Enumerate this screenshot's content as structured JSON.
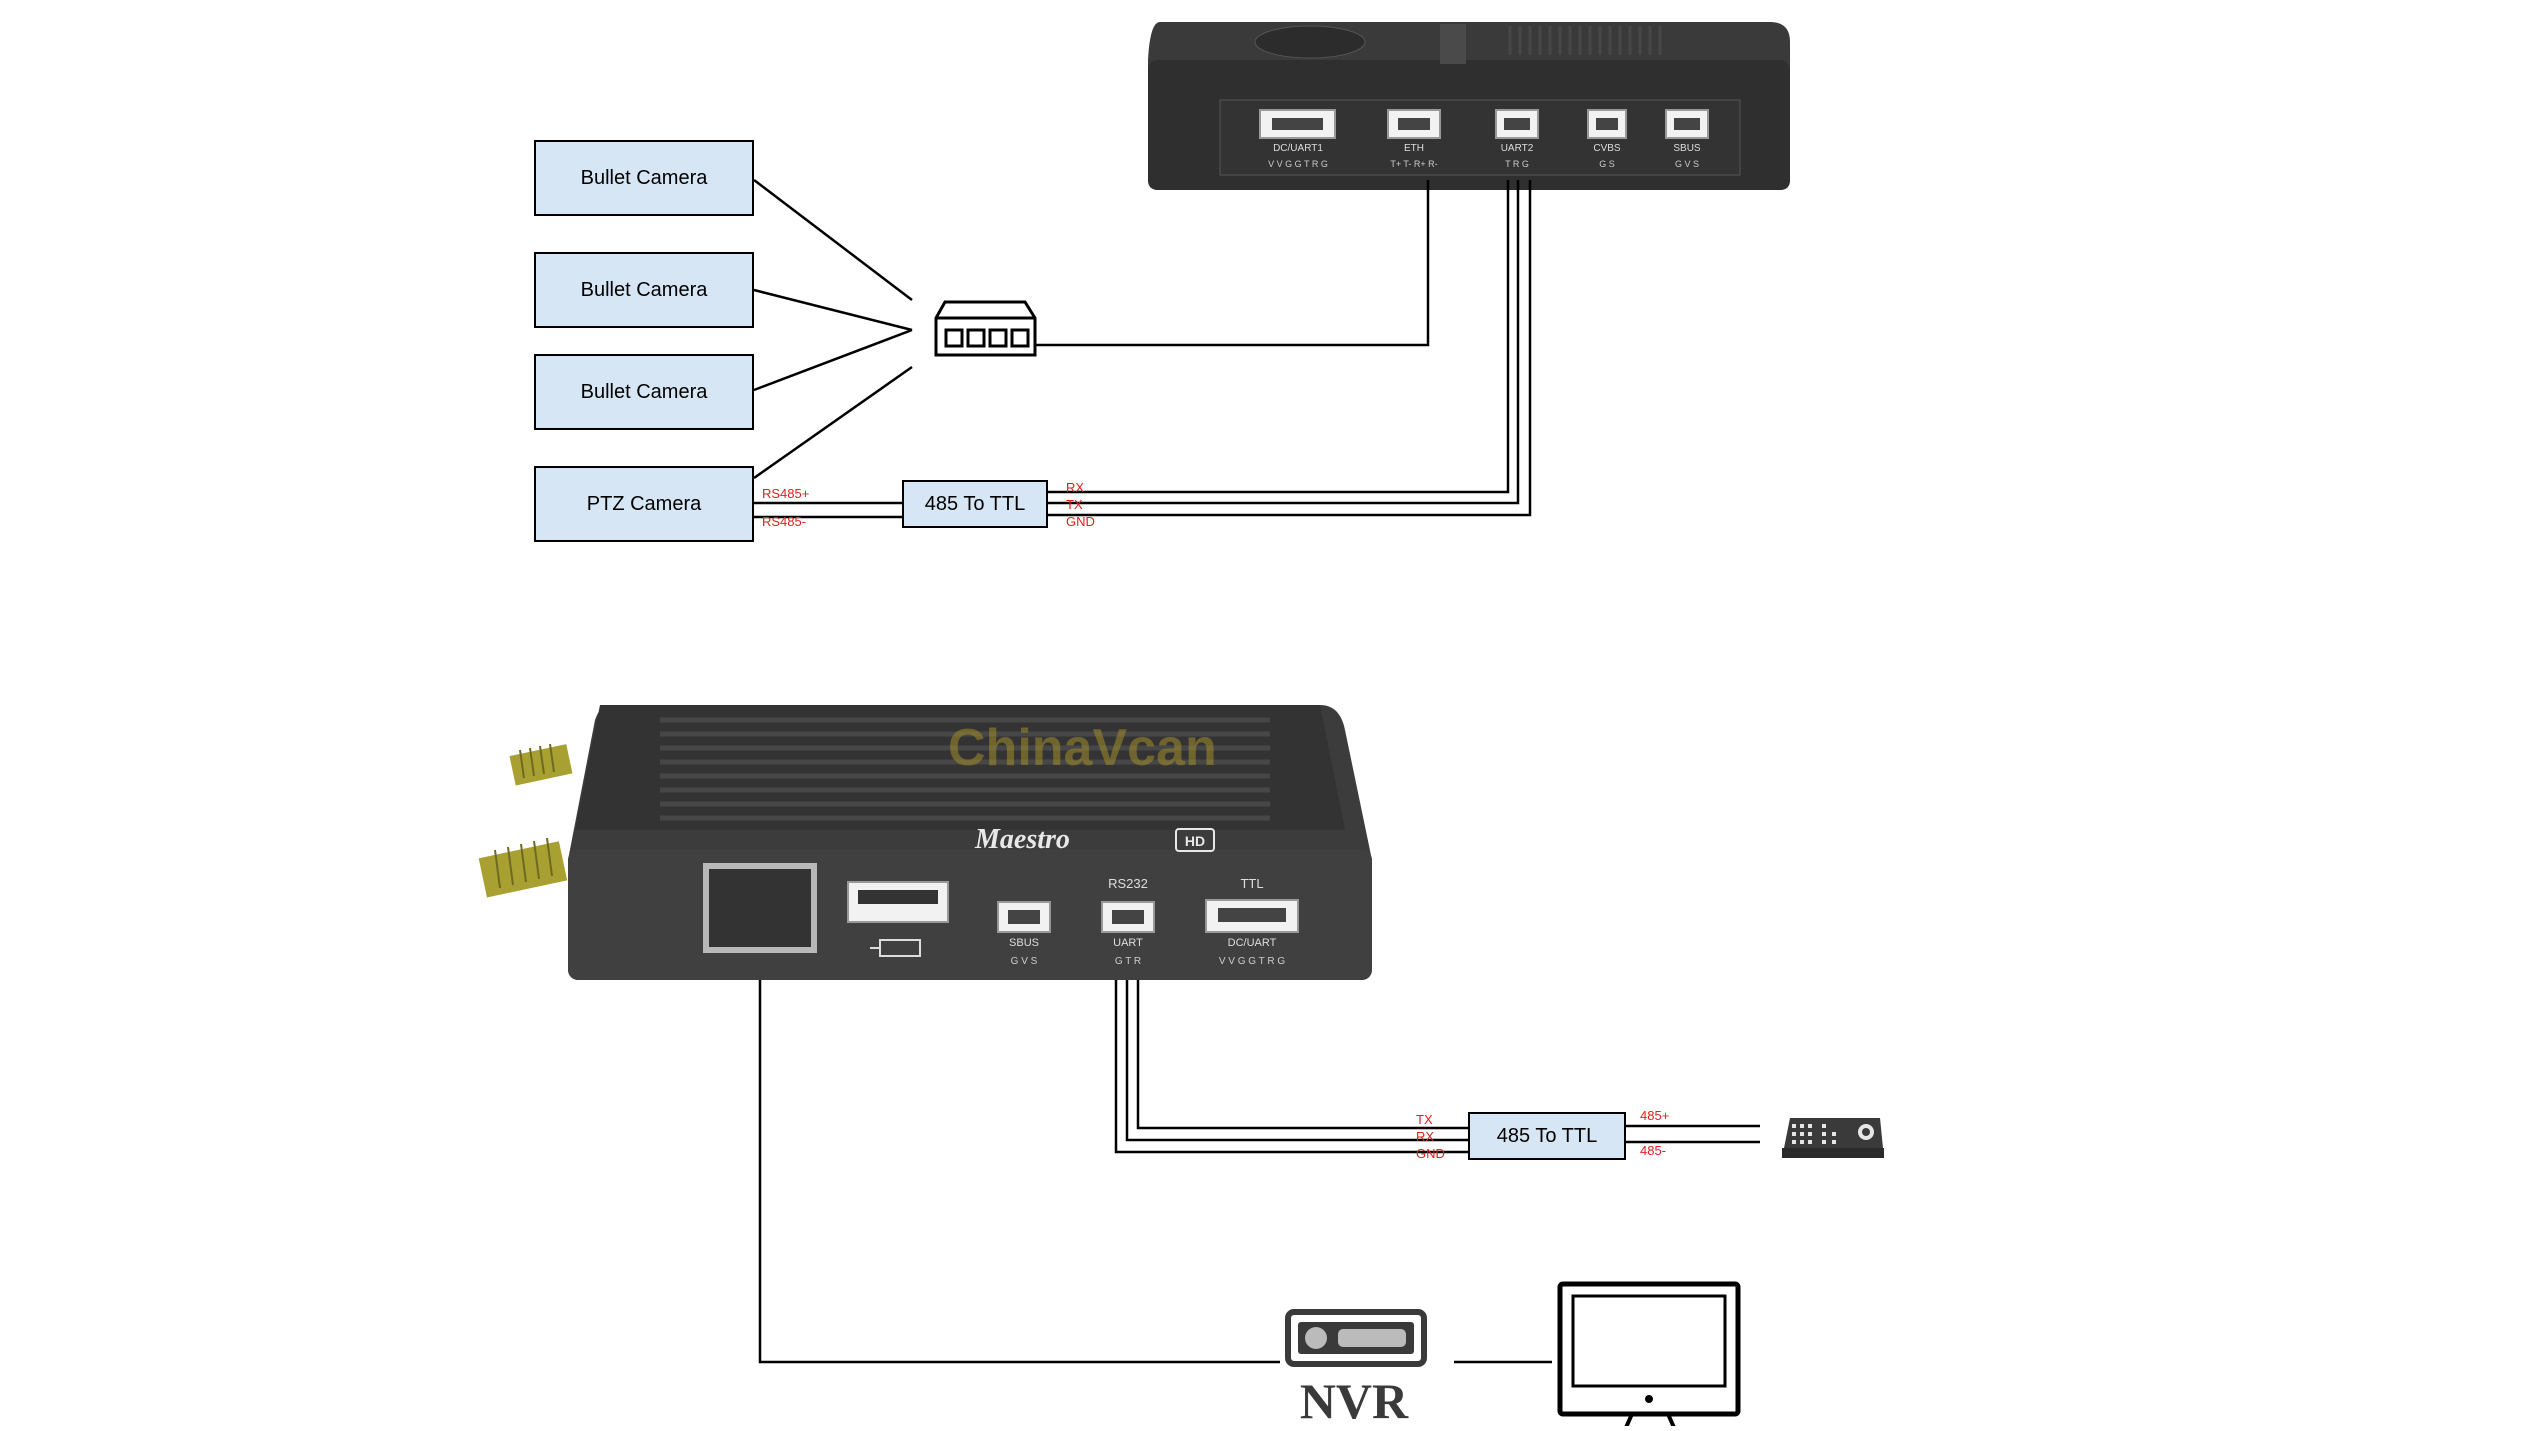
{
  "cameras": [
    {
      "label": "Bullet Camera"
    },
    {
      "label": "Bullet Camera"
    },
    {
      "label": "Bullet Camera"
    },
    {
      "label": "PTZ Camera"
    }
  ],
  "converter_top": {
    "label": "485 To TTL",
    "left_pins": [
      "RS485+",
      "RS485-"
    ],
    "right_pins": [
      "RX",
      "TX",
      "GND"
    ]
  },
  "converter_bottom": {
    "label": "485 To TTL",
    "left_pins": [
      "TX",
      "RX",
      "GND"
    ],
    "right_pins": [
      "485+",
      "485-"
    ]
  },
  "device_top": {
    "ports": [
      "DC/UART1",
      "ETH",
      "UART2",
      "CVBS",
      "SBUS"
    ],
    "pin_rows": [
      "V V G G T R G",
      "T+ T- R+ R-",
      "T R G",
      "G S",
      "G V S"
    ]
  },
  "device_bottom": {
    "brand": "ChinaVcan",
    "model": "Maestro",
    "model_badge": "HD",
    "port_headers": [
      "RS232",
      "TTL"
    ],
    "ports": [
      "SBUS",
      "UART",
      "DC/UART"
    ],
    "pin_rows": [
      "G V S",
      "G T R",
      "V V G G T R G"
    ]
  },
  "nvr": {
    "label": "NVR"
  },
  "icons": {
    "switch": "network-switch-icon",
    "keyboard": "ptz-controller-keyboard-icon",
    "nvr": "nvr-recorder-icon",
    "monitor": "monitor-icon",
    "usb": "usb-icon"
  },
  "colors": {
    "box_fill": "#d6e6f4",
    "signal": "#e02020",
    "device": "#3c3c3c",
    "antenna": "#a8a030"
  }
}
